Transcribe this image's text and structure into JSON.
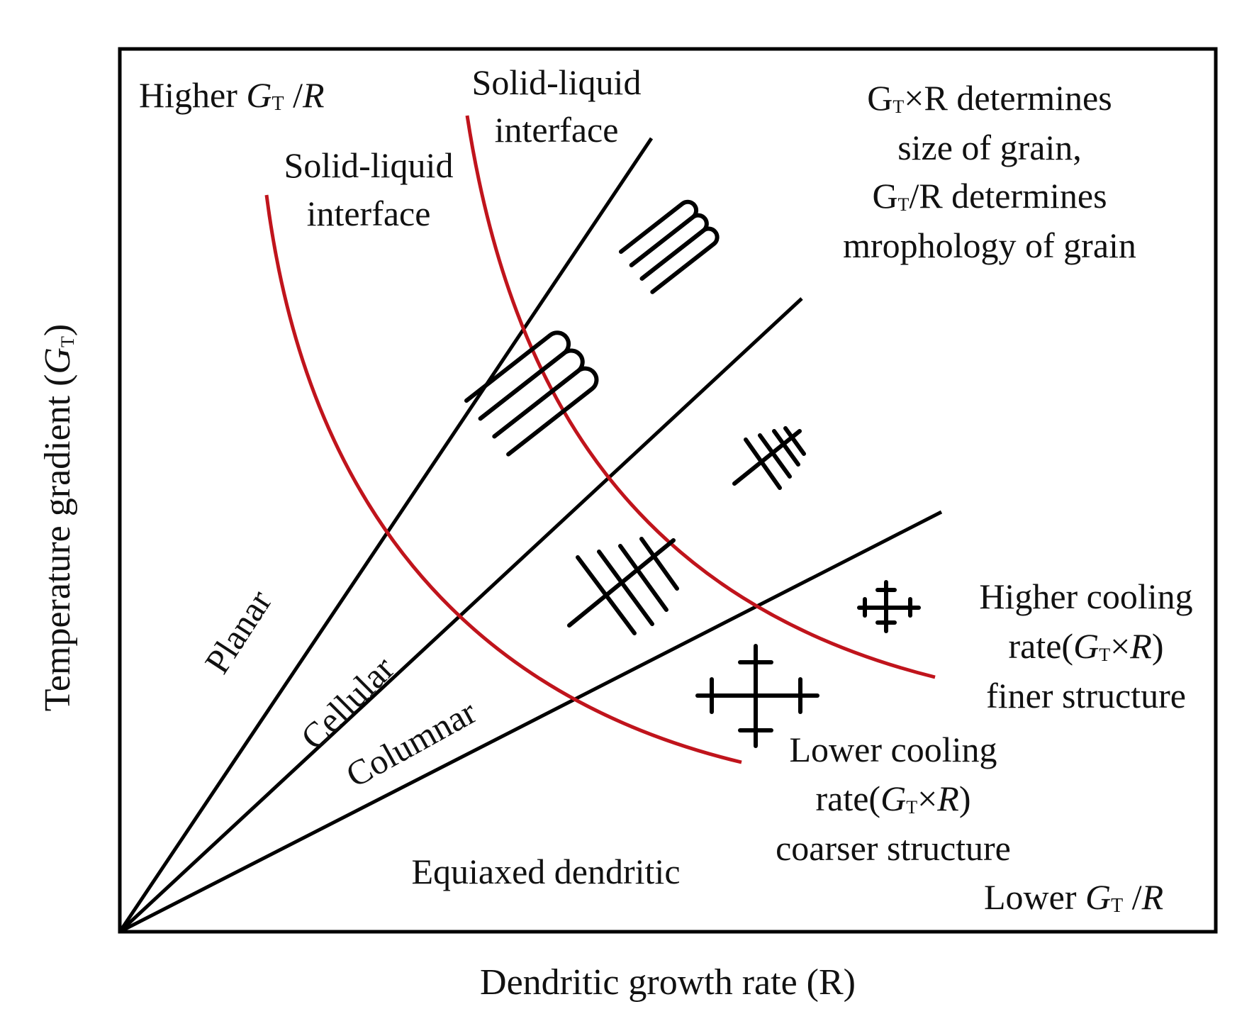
{
  "colors": {
    "boundary": "#000000",
    "interface": "#c0141c",
    "text": "#111111",
    "background": "#ffffff"
  },
  "axes": {
    "x_label": "Dendritic growth rate (R)",
    "y_label_main": "Temperature gradient (",
    "y_label_var": "G",
    "y_label_sub": "T",
    "y_label_close": ")"
  },
  "corners": {
    "top_left": {
      "prefix": "Higher ",
      "var": "G",
      "sub": "T",
      "suffix": " /",
      "var2": "R"
    },
    "bottom_right": {
      "prefix": "Lower ",
      "var": "G",
      "sub": "T",
      "suffix": " /",
      "var2": "R"
    }
  },
  "note": {
    "line1_var": "G",
    "line1_sub": "T",
    "line1_rest": "×R  determines",
    "line2": "size of grain,",
    "line3_var": "G",
    "line3_sub": "T",
    "line3_rest": "/R determines",
    "line4": "mrophology of grain"
  },
  "interfaces": [
    {
      "line1": "Solid-liquid",
      "line2": "interface"
    },
    {
      "line1": "Solid-liquid",
      "line2": "interface"
    }
  ],
  "regions": {
    "planar": "Planar",
    "cellular": "Cellular",
    "columnar": "Columnar",
    "equiaxed": "Equiaxed dendritic"
  },
  "cooling": {
    "higher": {
      "line1": "Higher cooling",
      "line2_pre": "rate(",
      "line2_var": "G",
      "line2_sub": "T",
      "line2_mid": "×",
      "line2_var2": "R",
      "line2_post": ")",
      "line3": "finer structure"
    },
    "lower": {
      "line1": "Lower cooling",
      "line2_pre": "rate(",
      "line2_var": "G",
      "line2_sub": "T",
      "line2_mid": "×",
      "line2_var2": "R",
      "line2_post": ")",
      "line3": "coarser structure"
    }
  },
  "icons": [
    "cellular-large-icon",
    "cellular-small-icon",
    "columnar-dendrite-large-icon",
    "columnar-dendrite-small-icon",
    "equiaxed-dendrite-large-icon",
    "equiaxed-dendrite-small-icon"
  ]
}
